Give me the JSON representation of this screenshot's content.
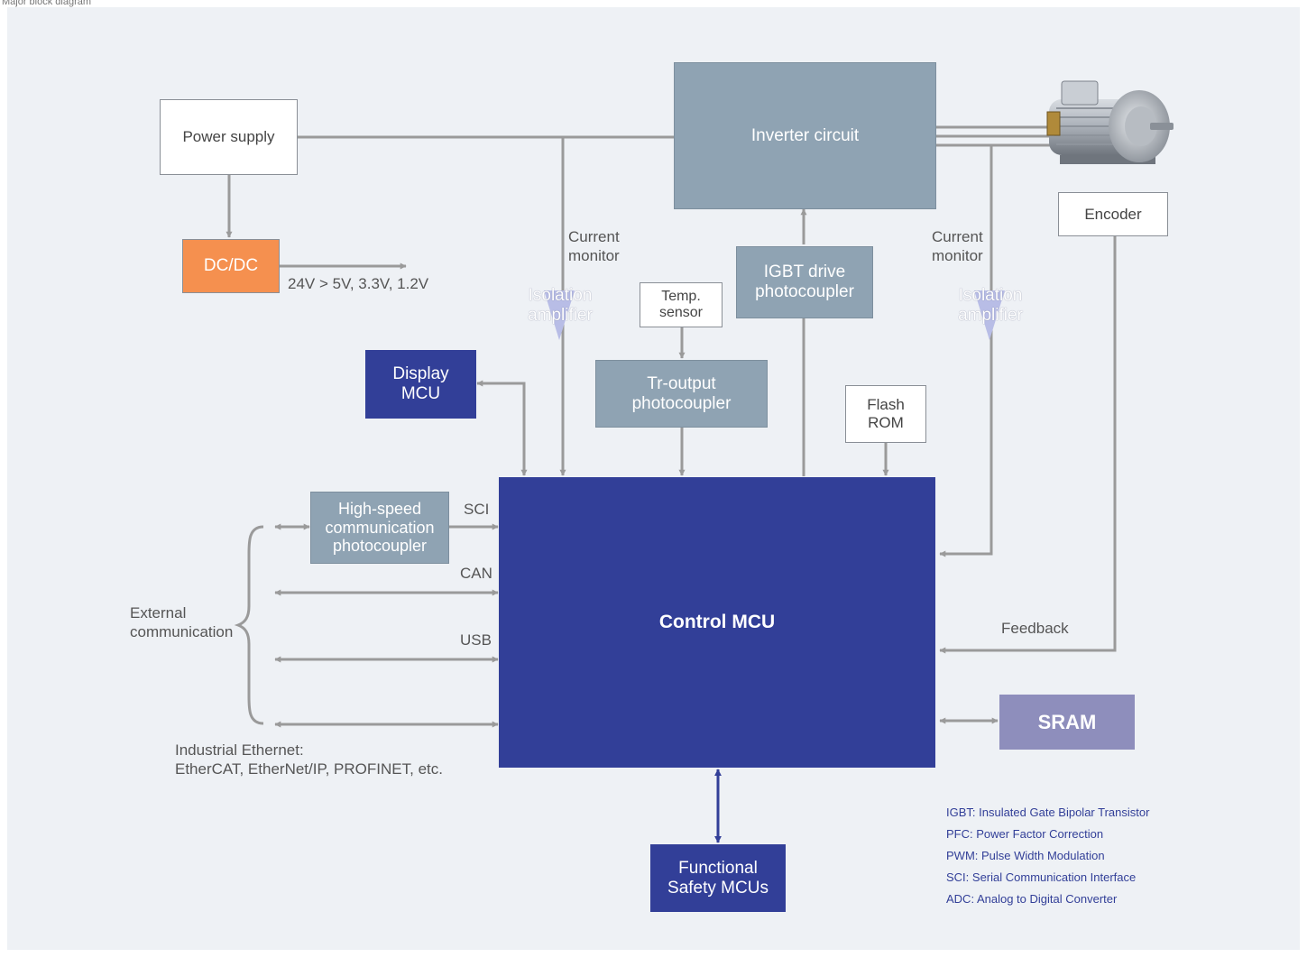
{
  "caption": "Major block diagram",
  "blocks": {
    "power_supply": "Power supply",
    "dcdc": "DC/DC",
    "inverter": "Inverter circuit",
    "encoder": "Encoder",
    "igbt_line1": "IGBT drive",
    "igbt_line2": "photocoupler",
    "temp_line1": "Temp.",
    "temp_line2": "sensor",
    "tr_line1": "Tr-output",
    "tr_line2": "photocoupler",
    "display_line1": "Display",
    "display_line2": "MCU",
    "flash_line1": "Flash",
    "flash_line2": "ROM",
    "hsc_line1": "High-speed",
    "hsc_line2": "communication",
    "hsc_line3": "photocoupler",
    "control_mcu": "Control MCU",
    "sram": "SRAM",
    "fs_line1": "Functional",
    "fs_line2": "Safety MCUs"
  },
  "labels": {
    "dcdc_output": "24V > 5V, 3.3V, 1.2V",
    "current_monitor_line1": "Current",
    "current_monitor_line2": "monitor",
    "isolation_line1": "Isolation",
    "isolation_line2": "amplifier",
    "sci": "SCI",
    "can": "CAN",
    "usb": "USB",
    "external_line1": "External",
    "external_line2": "communication",
    "ethernet_line1": "Industrial Ethernet:",
    "ethernet_line2": "EtherCAT, EtherNet/IP, PROFINET, etc.",
    "feedback": "Feedback"
  },
  "legend": [
    "IGBT: Insulated Gate Bipolar Transistor",
    "PFC: Power Factor Correction",
    "PWM: Pulse Width Modulation",
    "SCI: Serial Communication Interface",
    "ADC: Analog to Digital Converter"
  ],
  "colors": {
    "panel": "#eef1f5",
    "gray_block": "#8fa3b3",
    "navy_block": "#323f98",
    "orange_block": "#f5904f",
    "sram_block": "#8e8ebc",
    "wire": "#9a9a9a",
    "isolation_triangle": "#b8bde6"
  },
  "icons": {
    "motor": "electric-motor-icon"
  }
}
